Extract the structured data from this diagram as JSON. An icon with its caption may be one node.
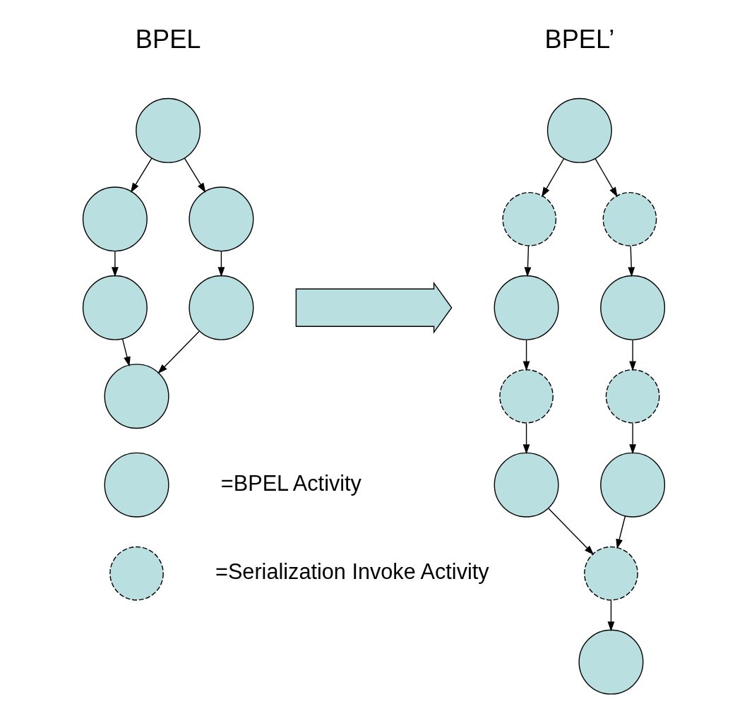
{
  "diagram": {
    "nodes": [
      {
        "text": [],
        "shape": "circle"
      },
      {
        "text": [],
        "shape": "circle"
      },
      {
        "text": [],
        "shape": "circle"
      },
      {
        "text": [],
        "shape": "circle"
      },
      {
        "text": [],
        "shape": "circle"
      },
      {
        "text": [],
        "shape": "circle"
      },
      {
        "text": [],
        "shape": "arrow"
      },
      {
        "text": [],
        "shape": "circle"
      },
      {
        "text": [],
        "shape": "circle"
      },
      {
        "text": [],
        "shape": "circle"
      },
      {
        "text": [],
        "shape": "circle"
      },
      {
        "text": [],
        "shape": "circle"
      },
      {
        "text": [],
        "shape": "circle"
      },
      {
        "text": [],
        "shape": "circle"
      },
      {
        "text": [],
        "shape": "circle"
      },
      {
        "text": [],
        "shape": "circle"
      },
      {
        "text": [],
        "shape": "circle"
      },
      {
        "text": [],
        "shape": "circle"
      },
      {
        "text": [],
        "shape": "circle"
      },
      {
        "text": [],
        "shape": "circle"
      }
    ],
    "edges": [
      {
        "from": 0,
        "to": 1,
        "arrow": "to"
      },
      {
        "from": 0,
        "to": 2,
        "arrow": "to"
      },
      {
        "from": 1,
        "to": 3,
        "arrow": "to"
      },
      {
        "from": 2,
        "to": 4,
        "arrow": "to"
      },
      {
        "from": 3,
        "to": 5,
        "arrow": "to"
      },
      {
        "from": 4,
        "to": 5,
        "arrow": "to"
      },
      {
        "from": 7,
        "to": 8,
        "arrow": "to"
      },
      {
        "from": 7,
        "to": 9,
        "arrow": "to"
      },
      {
        "from": 8,
        "to": 10,
        "arrow": "to"
      },
      {
        "from": 9,
        "to": 11,
        "arrow": "to"
      },
      {
        "from": 10,
        "to": 12,
        "arrow": "to"
      },
      {
        "from": 11,
        "to": 13,
        "arrow": "to"
      },
      {
        "from": 12,
        "to": 14,
        "arrow": "to"
      },
      {
        "from": 13,
        "to": 15,
        "arrow": "to"
      },
      {
        "from": 14,
        "to": 16,
        "arrow": "to"
      },
      {
        "from": 15,
        "to": 16,
        "arrow": "to"
      },
      {
        "from": 16,
        "to": 17,
        "arrow": "to"
      }
    ],
    "labels": [
      "BPEL",
      "BPEL’"
    ],
    "legend": [
      {
        "text": "=BPEL Activity"
      },
      {
        "text": "=Serialization Invoke Activity"
      }
    ]
  }
}
